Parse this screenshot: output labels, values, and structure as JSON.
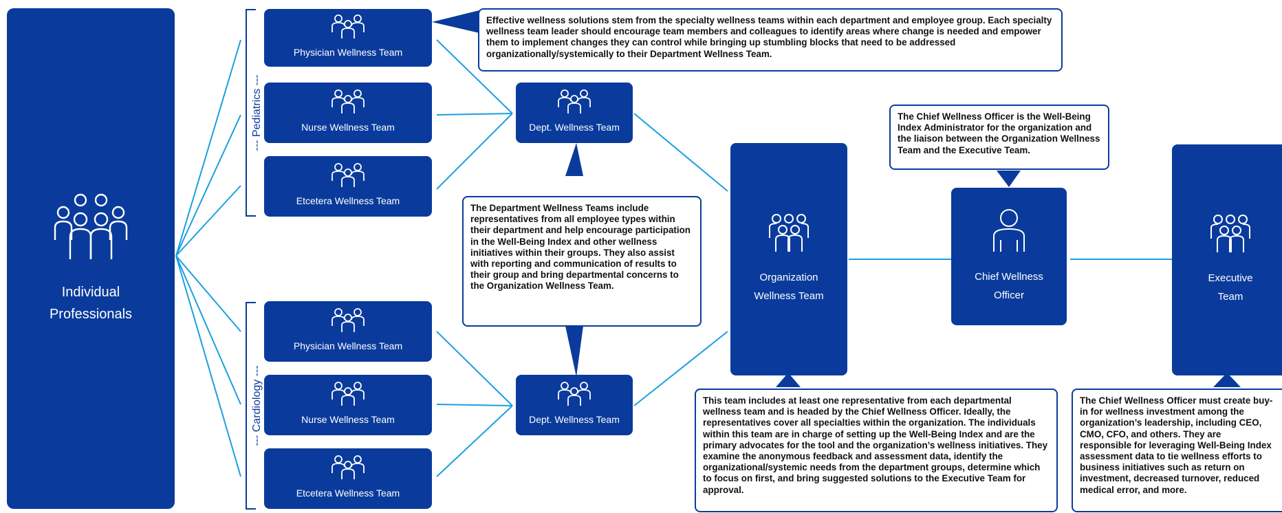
{
  "individual": {
    "line1": "Individual",
    "line2": "Professionals",
    "icon": "group-icon"
  },
  "groups": [
    {
      "label": "--- Pediatrics ---",
      "teams": [
        "Physician Wellness Team",
        "Nurse Wellness Team",
        "Etcetera Wellness Team"
      ],
      "dept": "Dept. Wellness Team"
    },
    {
      "label": "--- Cardiology ---",
      "teams": [
        "Physician Wellness Team",
        "Nurse Wellness Team",
        "Etcetera Wellness Team"
      ],
      "dept": "Dept. Wellness Team"
    }
  ],
  "org_team": {
    "line1": "Organization",
    "line2": "Wellness Team",
    "icon": "group-icon"
  },
  "cwo": {
    "line1": "Chief Wellness",
    "line2": "Officer",
    "icon": "person-icon"
  },
  "exec": {
    "line1": "Executive",
    "line2": "Team",
    "icon": "group-icon"
  },
  "notes": {
    "specialty": "Effective wellness solutions stem from the specialty wellness teams within each department and employee group. Each specialty wellness team leader should encourage team members and colleagues to identify areas where change is needed and empower them to implement changes they can control while bringing up stumbling blocks that need to be addressed organizationally/systemically to their Department Wellness Team.",
    "dept": "The Department Wellness Teams include representatives from all employee types within their department and help encourage participation in the Well-Being Index and other wellness initiatives within their groups. They also assist with reporting and communication of results to their group and bring departmental concerns to the Organization Wellness Team.",
    "cwo": "The Chief Wellness Officer is the Well-Being Index Administrator for the organization and the liaison between the Organization Wellness Team and  the Executive Team.",
    "org": "This team includes at least one representative from each departmental wellness team and is headed by the Chief Wellness Officer. Ideally, the representatives cover all specialties within the organization. The individuals within this team are in charge of setting up the Well-Being Index and are the primary advocates for the tool and the organization’s wellness initiatives. They examine the anonymous feedback and assessment data, identify the organizational/systemic needs from the department groups, determine which to focus on first, and bring suggested solutions to the Executive Team for approval.",
    "exec": "The Chief Wellness Officer must create buy-in for wellness investment among the organization’s leadership, including CEO, CMO, CFO, and others. They are responsible for leveraging Well-Being Index assessment data to tie wellness efforts to business initiatives such as return on investment, decreased turnover, reduced medical error, and more."
  },
  "colors": {
    "primary": "#0a3b9c",
    "connector": "#1a9fe0"
  }
}
